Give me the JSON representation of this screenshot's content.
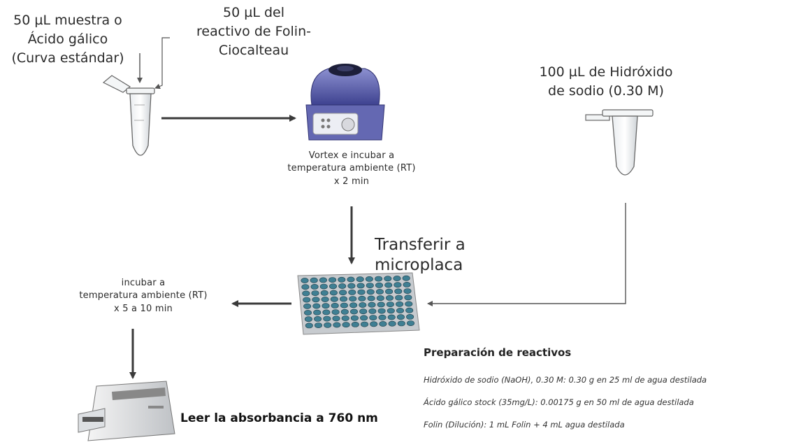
{
  "labels": {
    "sample_line1": "50 µL muestra o",
    "sample_line2": "Ácido gálico",
    "sample_line3": "(Curva estándar)",
    "folin_line1": "50 µL del",
    "folin_line2": "reactivo de Folin-",
    "folin_line3": "Ciocalteau",
    "naoh_line1": "100 µL de Hidróxido",
    "naoh_line2": "de sodio (0.30 M)",
    "vortex_line1": "Vortex e incubar a",
    "vortex_line2": "temperatura ambiente (RT)",
    "vortex_line3": "x 2 min",
    "transfer_line1": "Transferir a",
    "transfer_line2": "microplaca",
    "incubate_line1": "incubar a",
    "incubate_line2": "temperatura ambiente (RT)",
    "incubate_line3": "x 5 a 10 min",
    "read": "Leer la absorbancia a 760 nm"
  },
  "reagents": {
    "heading": "Preparación de reactivos",
    "items": [
      "Hidróxido de sodio (NaOH), 0.30 M: 0.30 g en 25 ml de agua destilada",
      "Ácido gálico stock (35mg/L): 0.00175 g en 50 ml de agua destilada",
      "Folin (Dilución): 1 mL Folin + 4 mL agua destilada"
    ]
  },
  "colors": {
    "arrow": "#3a3a3a",
    "vortex_body": "#5b5fa8",
    "plate_well": "#3f7f93"
  }
}
